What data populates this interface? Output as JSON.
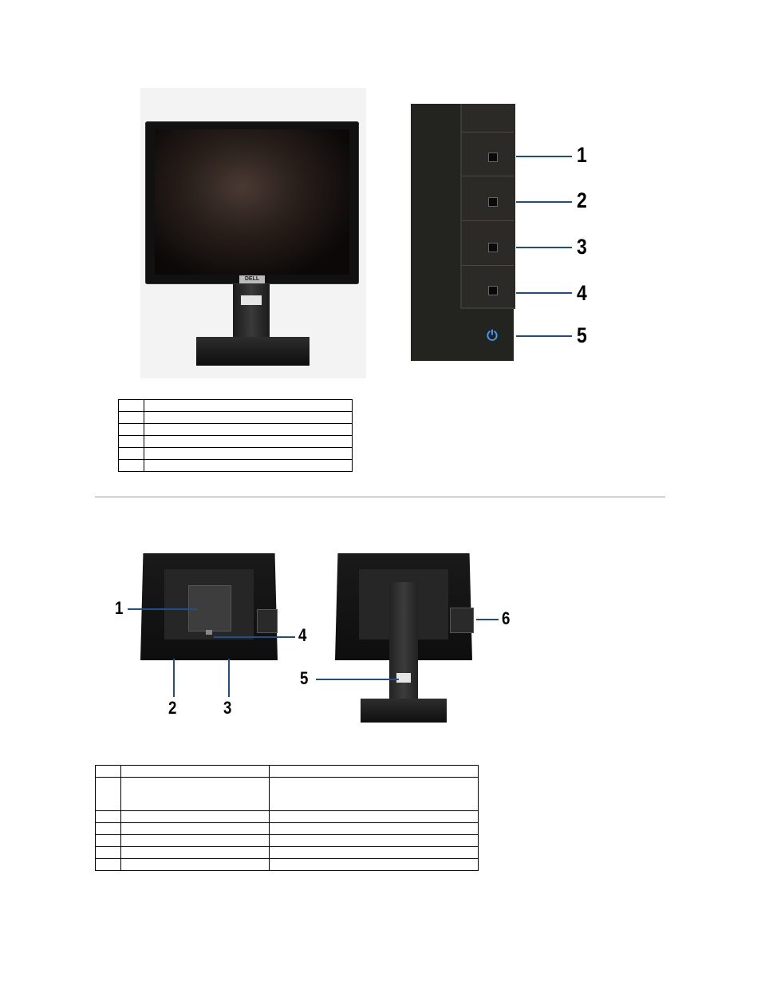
{
  "front_view": {
    "logo": "DELL"
  },
  "side_panel": {
    "callouts": [
      "1",
      "2",
      "3",
      "4",
      "5"
    ],
    "power_icon": "power-icon",
    "accent_color": "#1f4e8a",
    "power_color": "#3aa0ff"
  },
  "table_front": {
    "rows": [
      {
        "label": "",
        "desc": ""
      },
      {
        "label": "",
        "desc": ""
      },
      {
        "label": "",
        "desc": ""
      },
      {
        "label": "",
        "desc": ""
      },
      {
        "label": "",
        "desc": ""
      },
      {
        "label": "",
        "desc": ""
      }
    ]
  },
  "back_view": {
    "callouts_left": [
      "1",
      "2",
      "3",
      "4"
    ],
    "callouts_right": [
      "5",
      "6"
    ]
  },
  "table_back": {
    "rows": [
      {
        "label": "",
        "desc": "",
        "use": ""
      },
      {
        "label": "",
        "desc": "",
        "use": ""
      },
      {
        "label": "",
        "desc": "",
        "use": ""
      },
      {
        "label": "",
        "desc": "",
        "use": ""
      },
      {
        "label": "",
        "desc": "",
        "use": ""
      },
      {
        "label": "",
        "desc": "",
        "use": ""
      },
      {
        "label": "",
        "desc": "",
        "use": ""
      }
    ]
  }
}
